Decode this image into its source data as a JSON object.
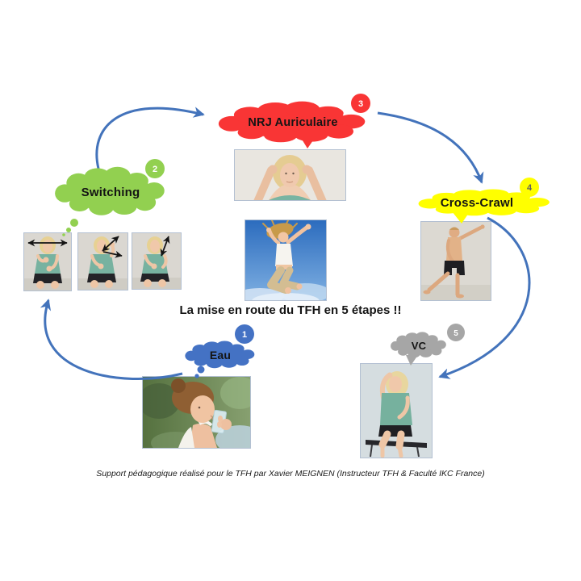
{
  "title": "La mise en route du TFH en 5 étapes !!",
  "caption": "Support pédagogique réalisé pour le TFH par Xavier MEIGNEN (Instructeur TFH & Faculté IKC France)",
  "colors": {
    "arrow": "#4373bb",
    "background": "#ffffff",
    "cloud_text": "#141414"
  },
  "steps": {
    "eau": {
      "label": "Eau",
      "number": "1",
      "color": "#4472c4",
      "number_color": "#ffffff"
    },
    "switching": {
      "label": "Switching",
      "number": "2",
      "color": "#92d050",
      "number_color": "#ffffff"
    },
    "nrj": {
      "label": "NRJ Auriculaire",
      "number": "3",
      "color": "#f93535",
      "number_color": "#ffffff"
    },
    "crosscrawl": {
      "label": "Cross-Crawl",
      "number": "4",
      "color": "#ffff00",
      "number_color": "#5f5f5f"
    },
    "vc": {
      "label": "VC",
      "number": "5",
      "color": "#a6a6a6",
      "number_color": "#ffffff"
    }
  },
  "photos": {
    "nrj": "woman-pulling-both-ears",
    "jump": "woman-jumping-against-blue-sky",
    "crosscrawl": "man-doing-cross-crawl-exercise",
    "vc": "seated-woman-hand-on-forehead",
    "eau": "woman-drinking-glass-of-water",
    "switching1": "seated-woman-horizontal-eye-arrows",
    "switching2": "seated-woman-diagonal-eye-arrows",
    "switching3": "seated-woman-vertical-eye-arrows"
  }
}
